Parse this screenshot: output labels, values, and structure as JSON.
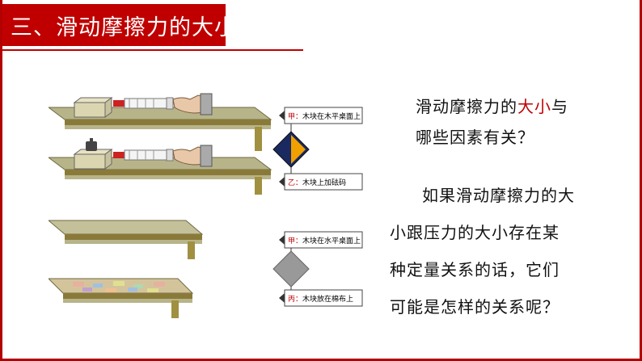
{
  "slide": {
    "title": "三、滑动摩擦力的大小",
    "question": {
      "before": "滑动摩擦力的",
      "highlight": "大小",
      "after": "与",
      "line2": "哪些因素有关？"
    },
    "hypothesis": {
      "line1": "如果滑动摩擦力的大",
      "line2": "小跟压力的大小存在某",
      "line3": "种定量关系的话，它们",
      "line4": "可能是怎样的关系呢？"
    }
  },
  "figure": {
    "callouts": [
      {
        "key": "甲：",
        "text": "木块在木平桌面上"
      },
      {
        "key": "乙：",
        "text": "木块上加砝码"
      },
      {
        "key": "甲：",
        "text": "木块在水平桌面上"
      },
      {
        "key": "丙：",
        "text": "木块放在棉布上"
      }
    ],
    "colors": {
      "table_top": "#b8b48a",
      "table_edge": "#8a7a3a",
      "active_marker": "#f0a000",
      "inactive_marker": "#999999",
      "accent": "#c00000"
    }
  }
}
